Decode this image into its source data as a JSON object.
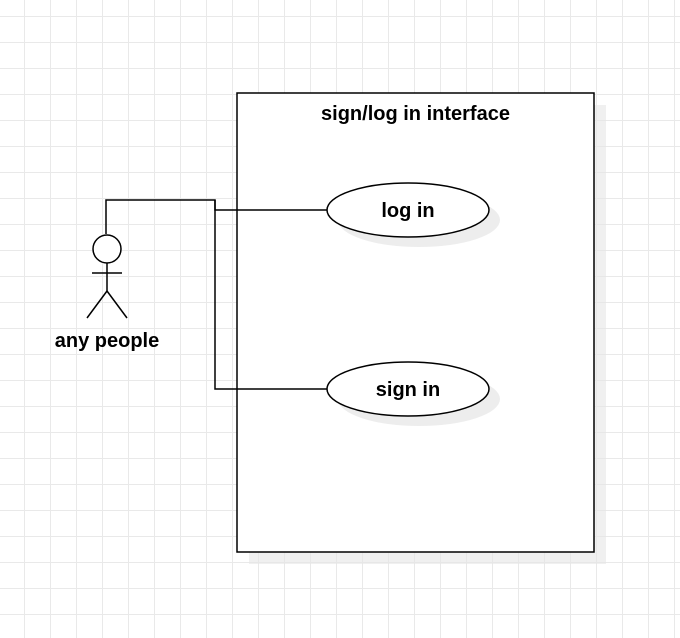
{
  "diagram": {
    "system_boundary": {
      "title": "sign/log in interface"
    },
    "actor": {
      "label": "any people"
    },
    "use_cases": [
      {
        "label": "log in"
      },
      {
        "label": "sign in"
      }
    ],
    "colors": {
      "stroke": "#000000",
      "fill": "#ffffff",
      "shadow": "#e6e6e6"
    }
  }
}
